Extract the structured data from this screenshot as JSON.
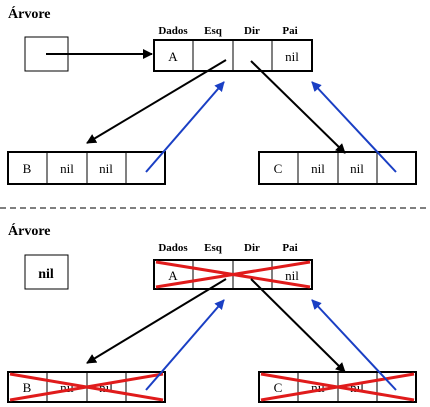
{
  "top": {
    "title": "Árvore",
    "headers": [
      "Dados",
      "Esq",
      "Dir",
      "Pai"
    ],
    "root_cells": [
      "A",
      "",
      "",
      "nil"
    ],
    "left_cells": [
      "B",
      "nil",
      "nil",
      ""
    ],
    "right_cells": [
      "C",
      "nil",
      "nil",
      ""
    ]
  },
  "bottom": {
    "title": "Árvore",
    "pointer_value": "nil",
    "headers": [
      "Dados",
      "Esq",
      "Dir",
      "Pai"
    ],
    "root_cells": [
      "A",
      "",
      "",
      "nil"
    ],
    "left_cells": [
      "B",
      "nil",
      "nil",
      ""
    ],
    "right_cells": [
      "C",
      "nil",
      "nil",
      ""
    ]
  },
  "colors": {
    "child_link": "#000000",
    "parent_link": "#1a3fc4",
    "deleted_mark": "#e01b1b",
    "separator": "#555555"
  }
}
